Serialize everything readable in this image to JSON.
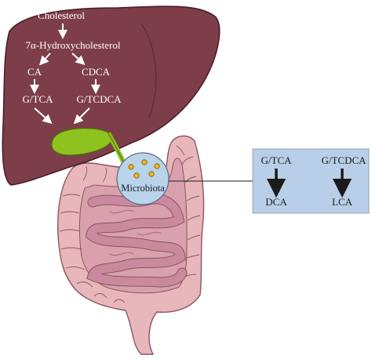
{
  "liver": {
    "labels": {
      "cholesterol": "Cholesterol",
      "hydroxy": "7α-Hydroxycholesterol",
      "ca": "CA",
      "cdca": "CDCA",
      "gtca": "G/TCA",
      "gtcdca": "G/TCDCA"
    }
  },
  "microbiota": {
    "label": "Microbiota"
  },
  "conversion_box": {
    "left": {
      "from": "G/TCA",
      "to": "DCA"
    },
    "right": {
      "from": "G/TCDCA",
      "to": "LCA"
    }
  },
  "colors": {
    "liver": "#7d3e49",
    "gallbladder": "#8dc21f",
    "intestine": "#e8b7bb",
    "small_intestine": "#c98a9d",
    "microbiota_bubble": "#b9d3ea",
    "microbe_dot": "#f2b51c",
    "box_fill": "#b9cee8"
  }
}
